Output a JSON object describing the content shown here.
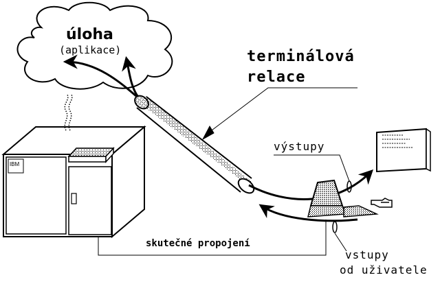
{
  "labels": {
    "task": "úloha",
    "application": "(aplikace)",
    "session_line1": "terminálová",
    "session_line2": "relace",
    "outputs": "výstupy",
    "inputs_line1": "vstupy",
    "inputs_line2": "od uživatele",
    "connection": "skutečné propojení",
    "brand": "IBM"
  },
  "icons": [
    "cloud-icon",
    "mainframe-icon",
    "cable-icon",
    "monitor-icon",
    "keyboard-icon",
    "pointing-hand-icon"
  ]
}
